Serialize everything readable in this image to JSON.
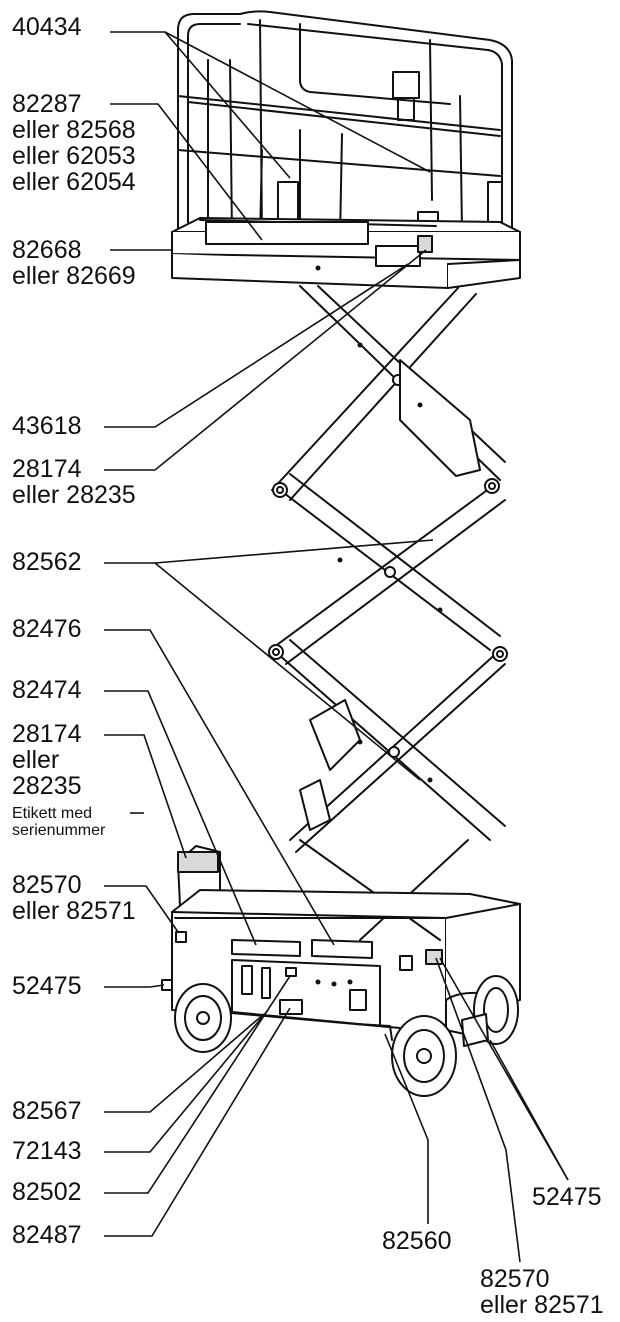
{
  "callouts": {
    "c40434": [
      "40434"
    ],
    "c82287": [
      "82287",
      "eller 82568",
      "eller 62053",
      "eller 62054"
    ],
    "c82668": [
      "82668",
      "eller 82669"
    ],
    "c43618": [
      "43618"
    ],
    "c28174a": [
      "28174",
      "eller 28235"
    ],
    "c82562": [
      "82562"
    ],
    "c82476": [
      "82476"
    ],
    "c82474": [
      "82474"
    ],
    "c28174b": [
      "28174",
      "eller",
      "28235"
    ],
    "cEtikett": [
      "Etikett med",
      "serienummer"
    ],
    "c82570a": [
      "82570",
      "eller 82571"
    ],
    "c52475a": [
      "52475"
    ],
    "c82567": [
      "82567"
    ],
    "c72143": [
      "72143"
    ],
    "c82502": [
      "82502"
    ],
    "c82487": [
      "82487"
    ],
    "c82560": [
      "82560"
    ],
    "c52475b": [
      "52475"
    ],
    "c82570b": [
      "82570",
      "eller 82571"
    ]
  },
  "colors": {
    "ink": "#111111",
    "fill": "#ffffff",
    "shade": "#d9d9d9"
  }
}
